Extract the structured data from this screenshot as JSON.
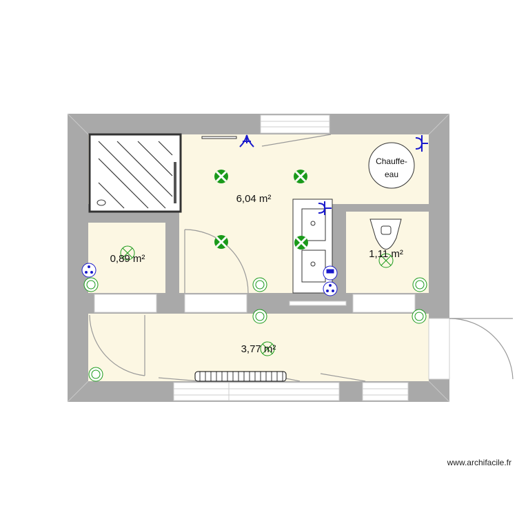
{
  "plan": {
    "rooms": [
      {
        "name": "main-bathroom",
        "area": "6,04 m²"
      },
      {
        "name": "small-room",
        "area": "0,89 m²"
      },
      {
        "name": "wc",
        "area": "1,11 m²"
      },
      {
        "name": "corridor",
        "area": "3,77 m²"
      }
    ],
    "water_heater": {
      "line1": "Chauffe-",
      "line2": "eau"
    }
  },
  "colors": {
    "wall": "#a9a9a9",
    "floor": "#fcf7e3",
    "light": "#1a9a1a",
    "outlet": "#1a1acc"
  },
  "watermark": "www.archifacile.fr"
}
